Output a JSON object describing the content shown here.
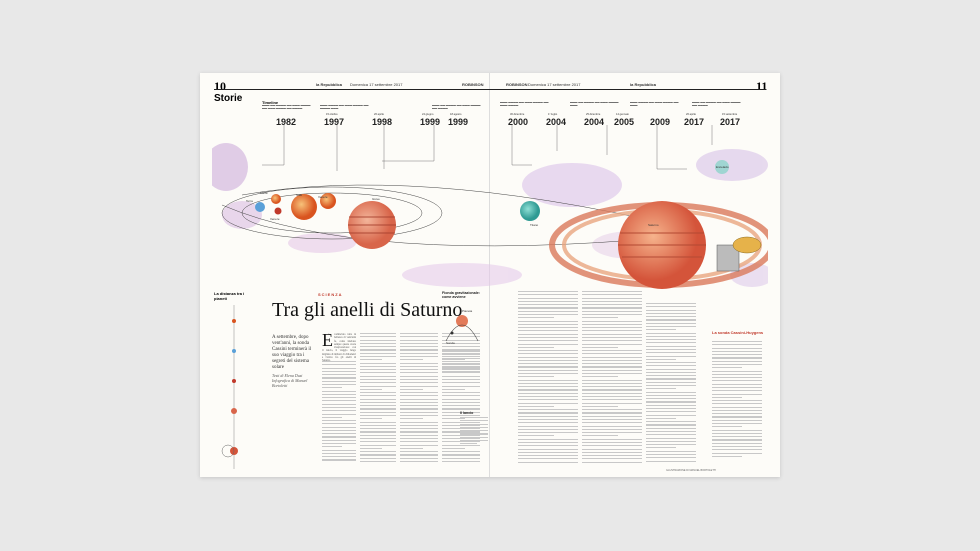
{
  "page": {
    "left_number": "10",
    "right_number": "11",
    "section": "Storie",
    "mast_left": "la Repubblica",
    "mast_left_date": "Domenica 17 settembre 2017",
    "mast_center_left": "ROBINSON",
    "mast_center_right": "ROBINSON",
    "mast_right_date": "Domenica 17 settembre 2017",
    "mast_right": "la Repubblica"
  },
  "timeline": {
    "title": "Timeline",
    "years": [
      "1982",
      "1997",
      "1998",
      "1999",
      "1999",
      "2000",
      "2004",
      "2004",
      "2005",
      "2009",
      "2017",
      "2017"
    ],
    "dates": [
      "",
      "15 ottobre",
      "26 aprile",
      "24 giugno",
      "18 agosto",
      "30 dicembre",
      "1º luglio",
      "25 dicembre",
      "14 gennaio",
      "",
      "26 aprile",
      "15 settembre"
    ]
  },
  "illustration": {
    "labels": [
      "Terra",
      "Marte",
      "Venere",
      "Sole",
      "Venere",
      "Giove",
      "Titano",
      "Saturno",
      "Encelado"
    ]
  },
  "sidebar": {
    "title": "La distanza tra i pianeti"
  },
  "article": {
    "kicker": "SCIENZA",
    "headline": "Tra gli anelli di Saturno",
    "standfirst": "A settembre, dopo vent'anni, la sonda Cassini terminerà il suo viaggio tra i segreti del sistema solare",
    "byline": "Testi di Elena Dusi  Infografica di Manuel Bortoletti",
    "dropcap": "È",
    "body_start": "cominciato tutto in bellezza di vent'anni fa, come iniziano sempre queste storie d'esplorazione: con il lancio, il viaggio lungo migliaia di milioni di chilometri e l'arrivo fra gli anelli di Saturno."
  },
  "diagram": {
    "heading": "Fionda gravitazionale: come avviene",
    "label_pianeta": "Pianeta",
    "label_sonda": "Sonda"
  },
  "box": {
    "heading": "Il lancio"
  },
  "probe": {
    "caption": "La sonda Cassini-Huygens"
  },
  "footer": {
    "text": "ILLUSTRAZIONE DI MANUEL BORTOLETTI"
  }
}
